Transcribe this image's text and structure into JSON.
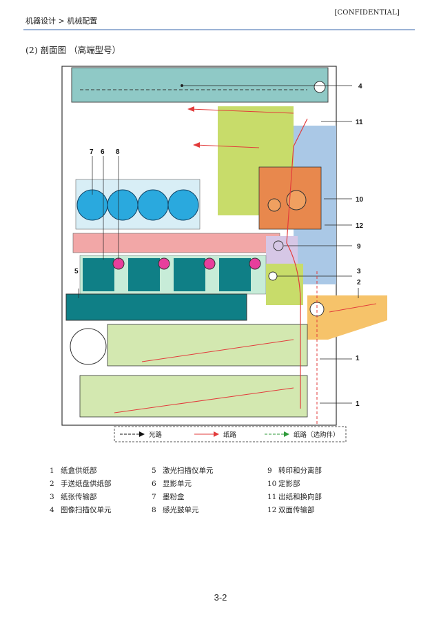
{
  "header": {
    "breadcrumb": "机器设计 > 机械配置",
    "confidential": "[CONFIDENTIAL]"
  },
  "section_title": "(2) 剖面图 （高端型号）",
  "diagram": {
    "callouts": [
      "4",
      "11",
      "10",
      "12",
      "9",
      "3",
      "2",
      "1",
      "1",
      "7",
      "6",
      "8",
      "5"
    ],
    "legend": {
      "light_path": "光路",
      "paper_path": "纸路",
      "paper_path_optional": "纸路（选购件）"
    },
    "colors": {
      "scanner": "#8fc9c6",
      "laser": "#f2a7a7",
      "exit": "#c8dc6a",
      "fuser": "#e8884d",
      "duplex": "#aac8e6",
      "transfer": "#d6c7e6",
      "manual_feed": "#f6c36a",
      "paper_cassette": "#d3e8b0",
      "toner": "#2aa9de",
      "developer": "#0f7f86",
      "drum": "#e83e9c"
    }
  },
  "parts": [
    {
      "num": "1",
      "label": "纸盒供纸部"
    },
    {
      "num": "2",
      "label": "手送纸盘供纸部"
    },
    {
      "num": "3",
      "label": "纸张传输部"
    },
    {
      "num": "4",
      "label": "图像扫描仪单元"
    },
    {
      "num": "5",
      "label": "激光扫描仪单元"
    },
    {
      "num": "6",
      "label": "显影单元"
    },
    {
      "num": "7",
      "label": "墨粉盒"
    },
    {
      "num": "8",
      "label": "感光鼓单元"
    },
    {
      "num": "9",
      "label": "转印和分离部"
    },
    {
      "num": "10",
      "label": "定影部"
    },
    {
      "num": "11",
      "label": "出纸和换向部"
    },
    {
      "num": "12",
      "label": "双面传输部"
    }
  ],
  "page_number": "3-2"
}
